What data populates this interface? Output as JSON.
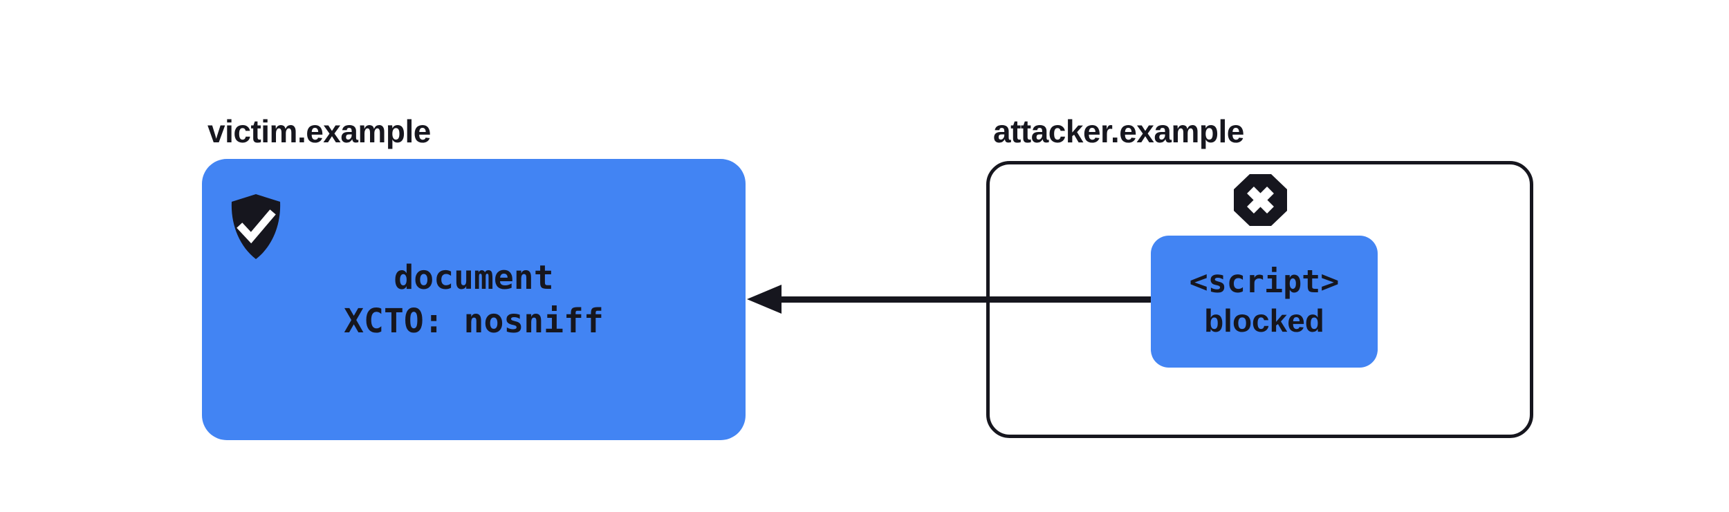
{
  "colors": {
    "accent_blue": "#4284F3",
    "ink": "#16161E",
    "background": "#FFFFFF"
  },
  "victim": {
    "label": "victim.example",
    "icon": "shield-check-icon",
    "node_lines": [
      "document",
      "XCTO: nosniff"
    ]
  },
  "attacker": {
    "label": "attacker.example",
    "icon": "octagon-x-icon",
    "node_lines": [
      "<script>",
      "blocked"
    ]
  },
  "arrow": {
    "from": "attacker.example",
    "to": "victim.example"
  }
}
